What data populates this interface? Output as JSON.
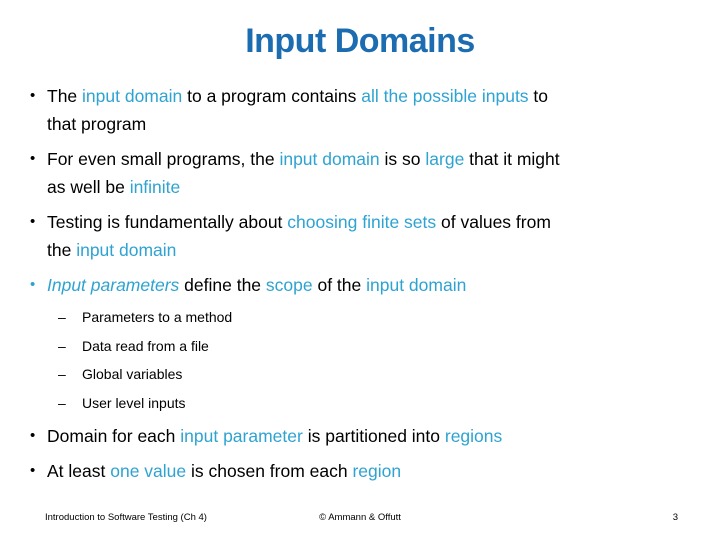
{
  "slide": {
    "title": "Input Domains",
    "colors": {
      "title": "#1B6CB0",
      "accent": "#2EA3D2",
      "text": "#000000",
      "background": "#FFFFFF"
    },
    "bullets": [
      {
        "level": 1,
        "marker": "•",
        "marker_color": "text",
        "runs": [
          {
            "t": "The "
          },
          {
            "t": "input domain",
            "c": "accent"
          },
          {
            "t": " to a program contains "
          },
          {
            "t": "all the possible inputs",
            "c": "accent"
          },
          {
            "t": " to"
          },
          {
            "br": true
          },
          {
            "t": "that program"
          }
        ]
      },
      {
        "level": 1,
        "marker": "•",
        "marker_color": "text",
        "runs": [
          {
            "t": "For even small programs, the "
          },
          {
            "t": "input domain",
            "c": "accent"
          },
          {
            "t": " is so "
          },
          {
            "t": "large",
            "c": "accent"
          },
          {
            "t": " that it might"
          },
          {
            "br": true
          },
          {
            "t": "as well be "
          },
          {
            "t": "infinite",
            "c": "accent"
          }
        ]
      },
      {
        "level": 1,
        "marker": "•",
        "marker_color": "text",
        "runs": [
          {
            "t": "Testing is fundamentally about "
          },
          {
            "t": "choosing finite sets",
            "c": "accent"
          },
          {
            "t": " of values from"
          },
          {
            "br": true
          },
          {
            "t": "the "
          },
          {
            "t": "input domain",
            "c": "accent"
          }
        ]
      },
      {
        "level": 1,
        "marker": "•",
        "marker_color": "accent",
        "runs": [
          {
            "t": "Input parameters",
            "c": "accent",
            "i": true
          },
          {
            "t": " define the "
          },
          {
            "t": "scope",
            "c": "accent"
          },
          {
            "t": " of the "
          },
          {
            "t": "input domain",
            "c": "accent"
          }
        ]
      },
      {
        "level": 2,
        "marker": "–",
        "marker_color": "text",
        "runs": [
          {
            "t": "Parameters to a method"
          }
        ]
      },
      {
        "level": 2,
        "marker": "–",
        "marker_color": "text",
        "runs": [
          {
            "t": "Data read from a file"
          }
        ]
      },
      {
        "level": 2,
        "marker": "–",
        "marker_color": "text",
        "runs": [
          {
            "t": "Global variables"
          }
        ]
      },
      {
        "level": 2,
        "marker": "–",
        "marker_color": "text",
        "runs": [
          {
            "t": "User level inputs"
          }
        ]
      },
      {
        "level": 1,
        "marker": "•",
        "marker_color": "text",
        "runs": [
          {
            "t": "Domain for each "
          },
          {
            "t": "input parameter",
            "c": "accent"
          },
          {
            "t": " is partitioned into "
          },
          {
            "t": "regions",
            "c": "accent"
          }
        ]
      },
      {
        "level": 1,
        "marker": "•",
        "marker_color": "text",
        "runs": [
          {
            "t": "At least "
          },
          {
            "t": "one value",
            "c": "accent"
          },
          {
            "t": " is chosen from each "
          },
          {
            "t": "region",
            "c": "accent"
          }
        ]
      }
    ],
    "footer": {
      "left": "Introduction to Software Testing (Ch 4)",
      "center": "© Ammann & Offutt",
      "page_number": "3"
    }
  }
}
